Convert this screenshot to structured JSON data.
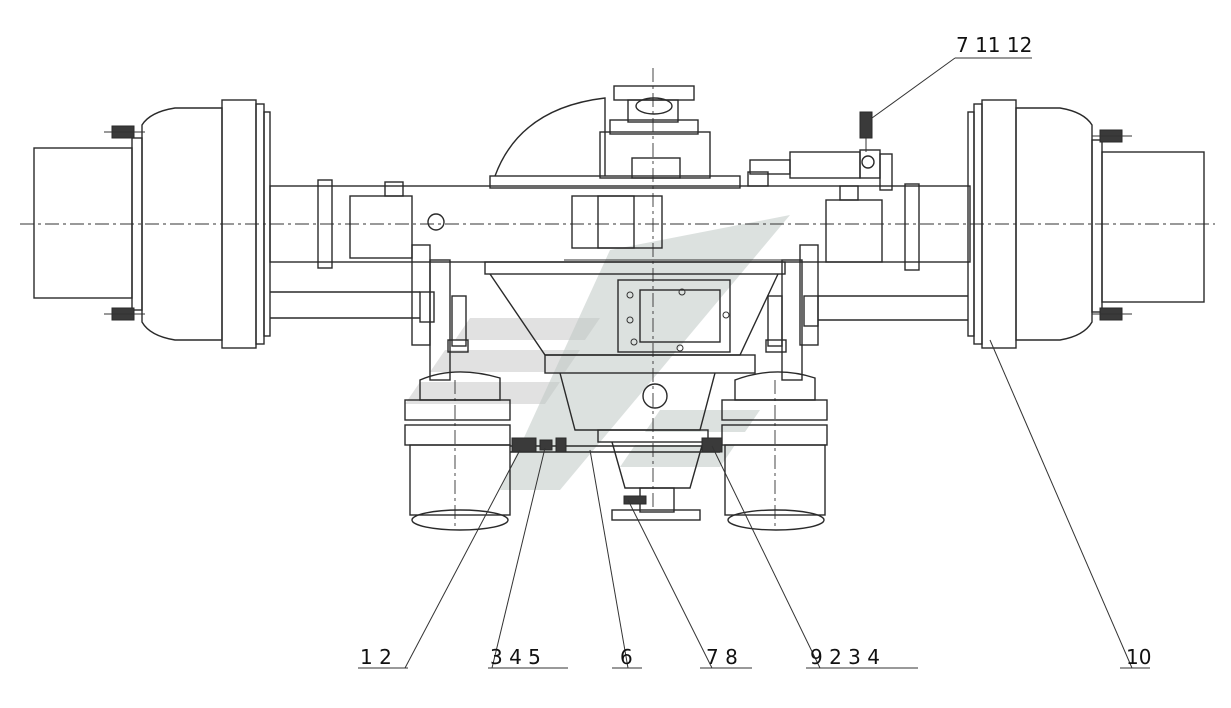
{
  "callouts": [
    {
      "id": "top-right",
      "label": "7 11 12"
    },
    {
      "id": "c1",
      "label": "1 2"
    },
    {
      "id": "c2",
      "label": "3 4 5"
    },
    {
      "id": "c3",
      "label": "6"
    },
    {
      "id": "c4",
      "label": "7 8"
    },
    {
      "id": "c5",
      "label": "9 2 3 4"
    },
    {
      "id": "c6",
      "label": "10"
    }
  ],
  "colors": {
    "line": "#2a2a2a",
    "watermark": "#c8c8c8"
  }
}
